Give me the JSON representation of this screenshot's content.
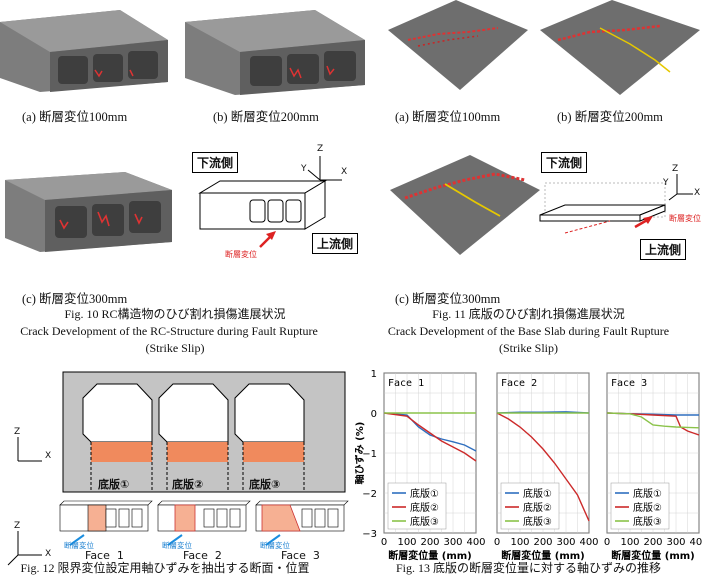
{
  "fig10": {
    "sub_a": "(a)  断層変位100mm",
    "sub_b": "(b)  断層変位200mm",
    "sub_c": "(c)  断層変位300mm",
    "caption_jp": "Fig.  10    RC構造物のひび割れ損傷進展状況",
    "caption_en1": "Crack  Development  of  the  RC-Structure  during  Fault  Rupture",
    "caption_en2": "(Strike  Slip)",
    "downstream": "下流側",
    "upstream": "上流側",
    "fault_disp": "断層変位",
    "axis_x": "X",
    "axis_y": "Y",
    "axis_z": "Z"
  },
  "fig11": {
    "sub_a": "(a)  断層変位100mm",
    "sub_b": "(b)  断層変位200mm",
    "sub_c": "(c)  断層変位300mm",
    "caption_jp": "Fig.  11    底版のひび割れ損傷進展状況",
    "caption_en1": "Crack  Development  of  the  Base  Slab  during  Fault  Rupture",
    "caption_en2": "(Strike  Slip)",
    "downstream": "下流側",
    "upstream": "上流側",
    "fault_disp": "断層変位",
    "axis_x": "X",
    "axis_y": "Y",
    "axis_z": "Z"
  },
  "fig12": {
    "slab1": "底版①",
    "slab2": "底版②",
    "slab3": "底版③",
    "face1": "Face  1",
    "face2": "Face  2",
    "face3": "Face  3",
    "fault_disp": "断層変位",
    "axis_x": "X",
    "axis_z": "Z",
    "caption_jp": "Fig.  12    限界変位設定用軸ひずみを抽出する断面・位置"
  },
  "fig13": {
    "caption_jp": "Fig.  13    底版の断層変位量に対する軸ひずみの推移",
    "ylabel": "軸ひずみ (%)",
    "xlabel": "断層変位量 (mm)",
    "y_ticks": [
      "1",
      "0",
      "−1",
      "−2",
      "−3"
    ],
    "x_ticks": [
      "0",
      "100",
      "200",
      "300",
      "400"
    ],
    "colors": {
      "slab1": "#2f6fbf",
      "slab2": "#cc2a2a",
      "slab3": "#8bc34a"
    }
  },
  "chart_data": [
    {
      "type": "line",
      "title": "Face  1",
      "xlabel": "断層変位量 (mm)",
      "ylabel": "軸ひずみ (%)",
      "xlim": [
        0,
        400
      ],
      "ylim": [
        -3,
        1
      ],
      "grid": true,
      "legend_position": "bottom-left",
      "series": [
        {
          "name": "底版①",
          "x": [
            0,
            100,
            150,
            200,
            250,
            300,
            350,
            400
          ],
          "y": [
            0,
            -0.05,
            -0.35,
            -0.55,
            -0.65,
            -0.72,
            -0.8,
            -0.95
          ]
        },
        {
          "name": "底版②",
          "x": [
            0,
            100,
            150,
            200,
            250,
            300,
            350,
            400
          ],
          "y": [
            0,
            -0.08,
            -0.3,
            -0.5,
            -0.7,
            -0.85,
            -1.0,
            -1.2
          ]
        },
        {
          "name": "底版③",
          "x": [
            0,
            100,
            200,
            300,
            400
          ],
          "y": [
            0,
            0,
            0,
            0,
            0
          ]
        }
      ]
    },
    {
      "type": "line",
      "title": "Face  2",
      "xlabel": "断層変位量 (mm)",
      "ylabel": "",
      "xlim": [
        0,
        400
      ],
      "ylim": [
        -3,
        1
      ],
      "grid": true,
      "legend_position": "bottom-left",
      "series": [
        {
          "name": "底版①",
          "x": [
            0,
            100,
            200,
            300,
            400
          ],
          "y": [
            0,
            0.02,
            0.02,
            0.03,
            0.0
          ]
        },
        {
          "name": "底版②",
          "x": [
            0,
            50,
            100,
            150,
            200,
            250,
            300,
            350,
            400
          ],
          "y": [
            0,
            -0.15,
            -0.35,
            -0.6,
            -0.9,
            -1.25,
            -1.65,
            -2.05,
            -2.7
          ]
        },
        {
          "name": "底版③",
          "x": [
            0,
            100,
            200,
            300,
            400
          ],
          "y": [
            0,
            0,
            0,
            0,
            0
          ]
        }
      ]
    },
    {
      "type": "line",
      "title": "Face  3",
      "xlabel": "断層変位量 (mm)",
      "ylabel": "",
      "xlim": [
        0,
        400
      ],
      "ylim": [
        -3,
        1
      ],
      "grid": true,
      "legend_position": "bottom-left",
      "series": [
        {
          "name": "底版①",
          "x": [
            0,
            100,
            200,
            300,
            400
          ],
          "y": [
            0,
            -0.02,
            -0.03,
            -0.05,
            -0.05
          ]
        },
        {
          "name": "底版②",
          "x": [
            0,
            100,
            200,
            300,
            320,
            350,
            400
          ],
          "y": [
            0,
            -0.02,
            -0.05,
            -0.08,
            -0.35,
            -0.45,
            -0.55
          ]
        },
        {
          "name": "底版③",
          "x": [
            0,
            100,
            150,
            200,
            250,
            300,
            350,
            400
          ],
          "y": [
            0,
            -0.02,
            -0.1,
            -0.3,
            -0.33,
            -0.35,
            -0.36,
            -0.37
          ]
        }
      ]
    }
  ]
}
